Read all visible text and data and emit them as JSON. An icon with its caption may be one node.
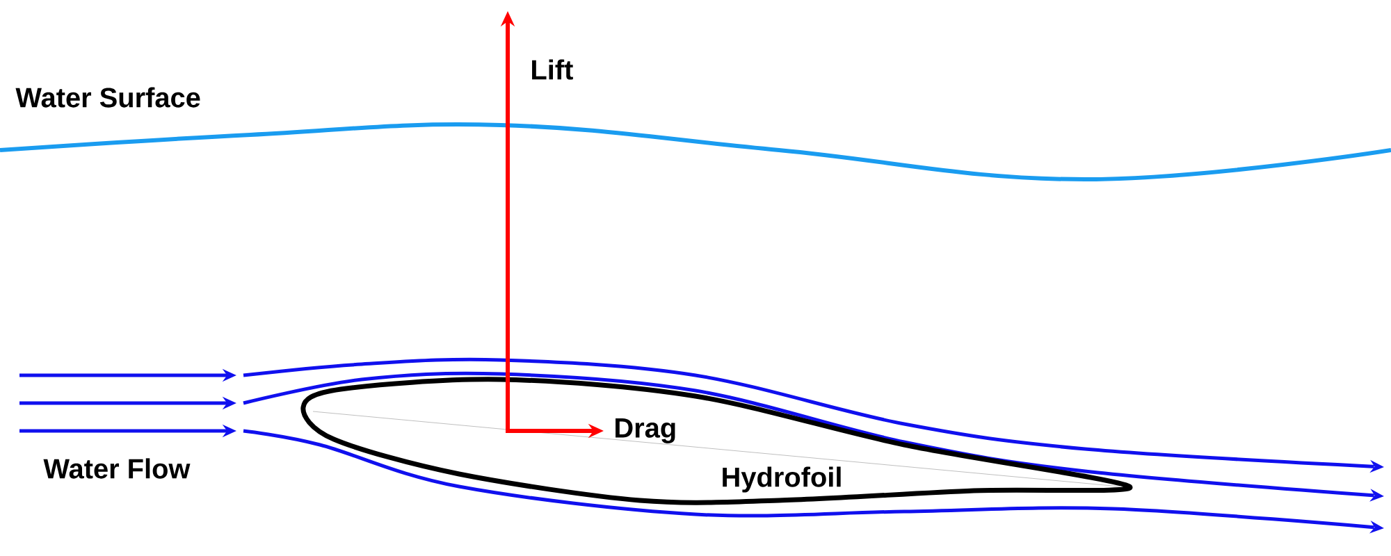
{
  "diagram": {
    "nodes": [
      {
        "text": [
          "Hydrofoil"
        ]
      }
    ],
    "labels": [
      "Lift",
      "Water Surface",
      "Drag",
      "Water Flow"
    ]
  }
}
